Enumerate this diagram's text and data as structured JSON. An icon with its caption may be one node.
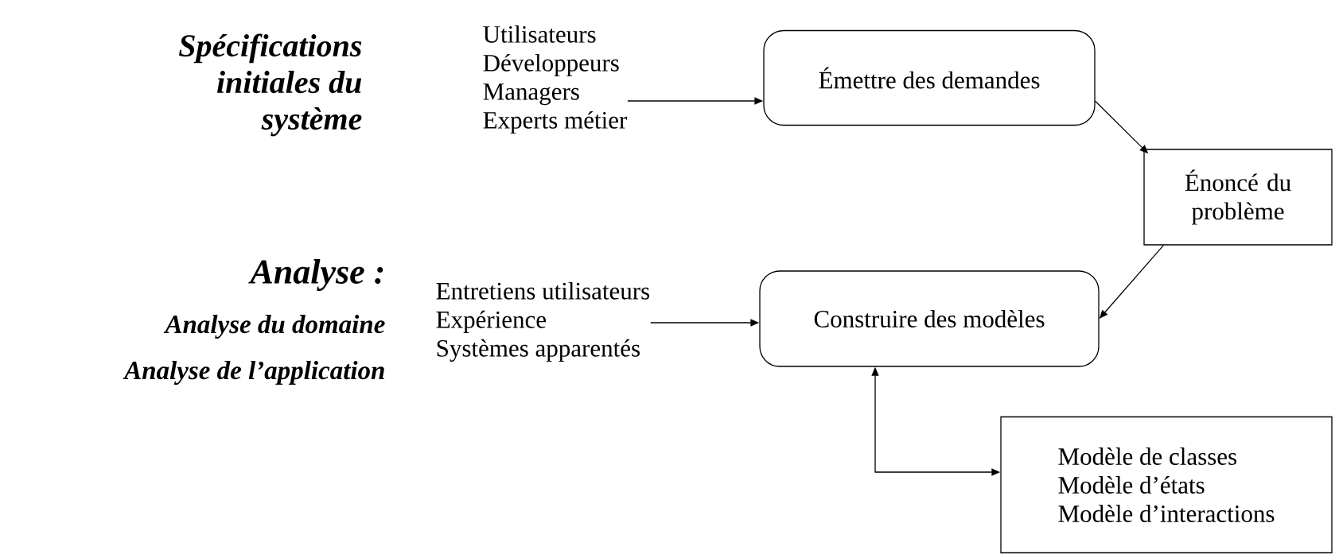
{
  "diagram": {
    "nodes": [
      {
        "text": [
          "Utilisateurs",
          "Développeurs",
          "Managers",
          "Experts métier"
        ]
      },
      {
        "text": [
          "Émettre des demandes"
        ]
      },
      {
        "text": [
          "Énoncé du problème"
        ]
      },
      {
        "text": [
          "Entretiens utilisateurs",
          "Expérience",
          "Systèmes apparentés"
        ]
      },
      {
        "text": [
          "Construire des modèles"
        ]
      },
      {
        "text": [
          "Modèle de classes",
          "Modèle d’états",
          "Modèle d’interactions"
        ]
      }
    ],
    "edges": [
      {
        "from": 0,
        "to": 1,
        "arrow": "to"
      },
      {
        "from": 1,
        "to": 2,
        "arrow": "to"
      },
      {
        "from": 2,
        "to": 4,
        "arrow": "to"
      },
      {
        "from": 3,
        "to": 4,
        "arrow": "to"
      },
      {
        "from": 4,
        "to": 5,
        "arrow": "both"
      }
    ],
    "labels": [
      "Spécifications initiales du système",
      "Analyse :",
      "Analyse du domaine",
      "Analyse de l’application"
    ]
  }
}
